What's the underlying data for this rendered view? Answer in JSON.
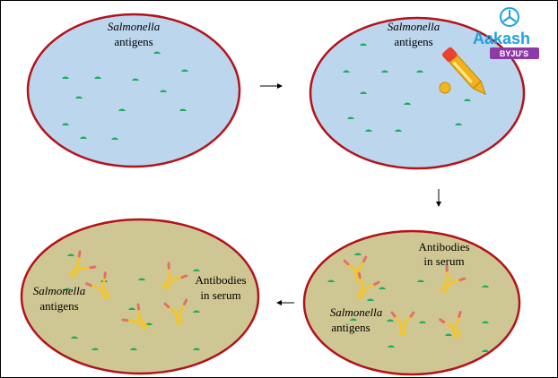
{
  "colors": {
    "plate_outline": "#b3121b",
    "plate_fill_before": "#bcd6ee",
    "plate_fill_after": "#cfc793",
    "antigen": "#18b05a",
    "antibody_arm": "#f7c520",
    "antibody_tip": "#e2706a",
    "dropper_fill": "#f3b21a",
    "arrow": "#000000",
    "logo_blue": "#1da1e0",
    "logo_red": "#e8432e"
  },
  "plate1": {
    "label_line1": "Salmonella",
    "label_line2": "antigens"
  },
  "plate2": {
    "label_line1": "Salmonella",
    "label_line2": "antigens",
    "dropper_icon": "dropper-icon"
  },
  "plate3": {
    "serum_line1": "Antibodies",
    "serum_line2": "in serum",
    "label_line1": "Salmonella",
    "label_line2": "antigens"
  },
  "plate4": {
    "serum_line1": "Antibodies",
    "serum_line2": "in serum",
    "label_line1": "Salmonella",
    "label_line2": "antigens"
  },
  "logo": {
    "name": "Aakash",
    "sub": "BYJU'S"
  }
}
